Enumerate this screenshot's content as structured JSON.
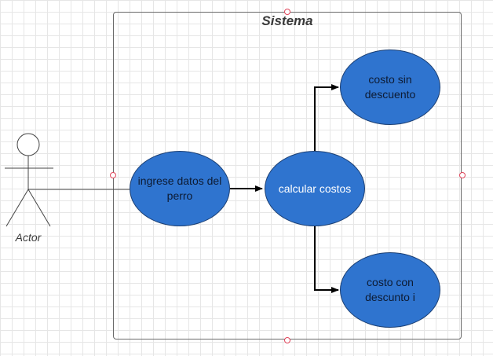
{
  "system": {
    "title": "Sistema"
  },
  "actor": {
    "label": "Actor"
  },
  "use_cases": {
    "ingrese": "ingrese datos del perro",
    "calcular": "calcular costos",
    "sin_descuento": "costo sin descuento",
    "con_descuento": "costo con descunto i"
  },
  "colors": {
    "use_case_fill": "#2f74cf",
    "handle": "#e0455a",
    "border": "#6b6b6b"
  }
}
